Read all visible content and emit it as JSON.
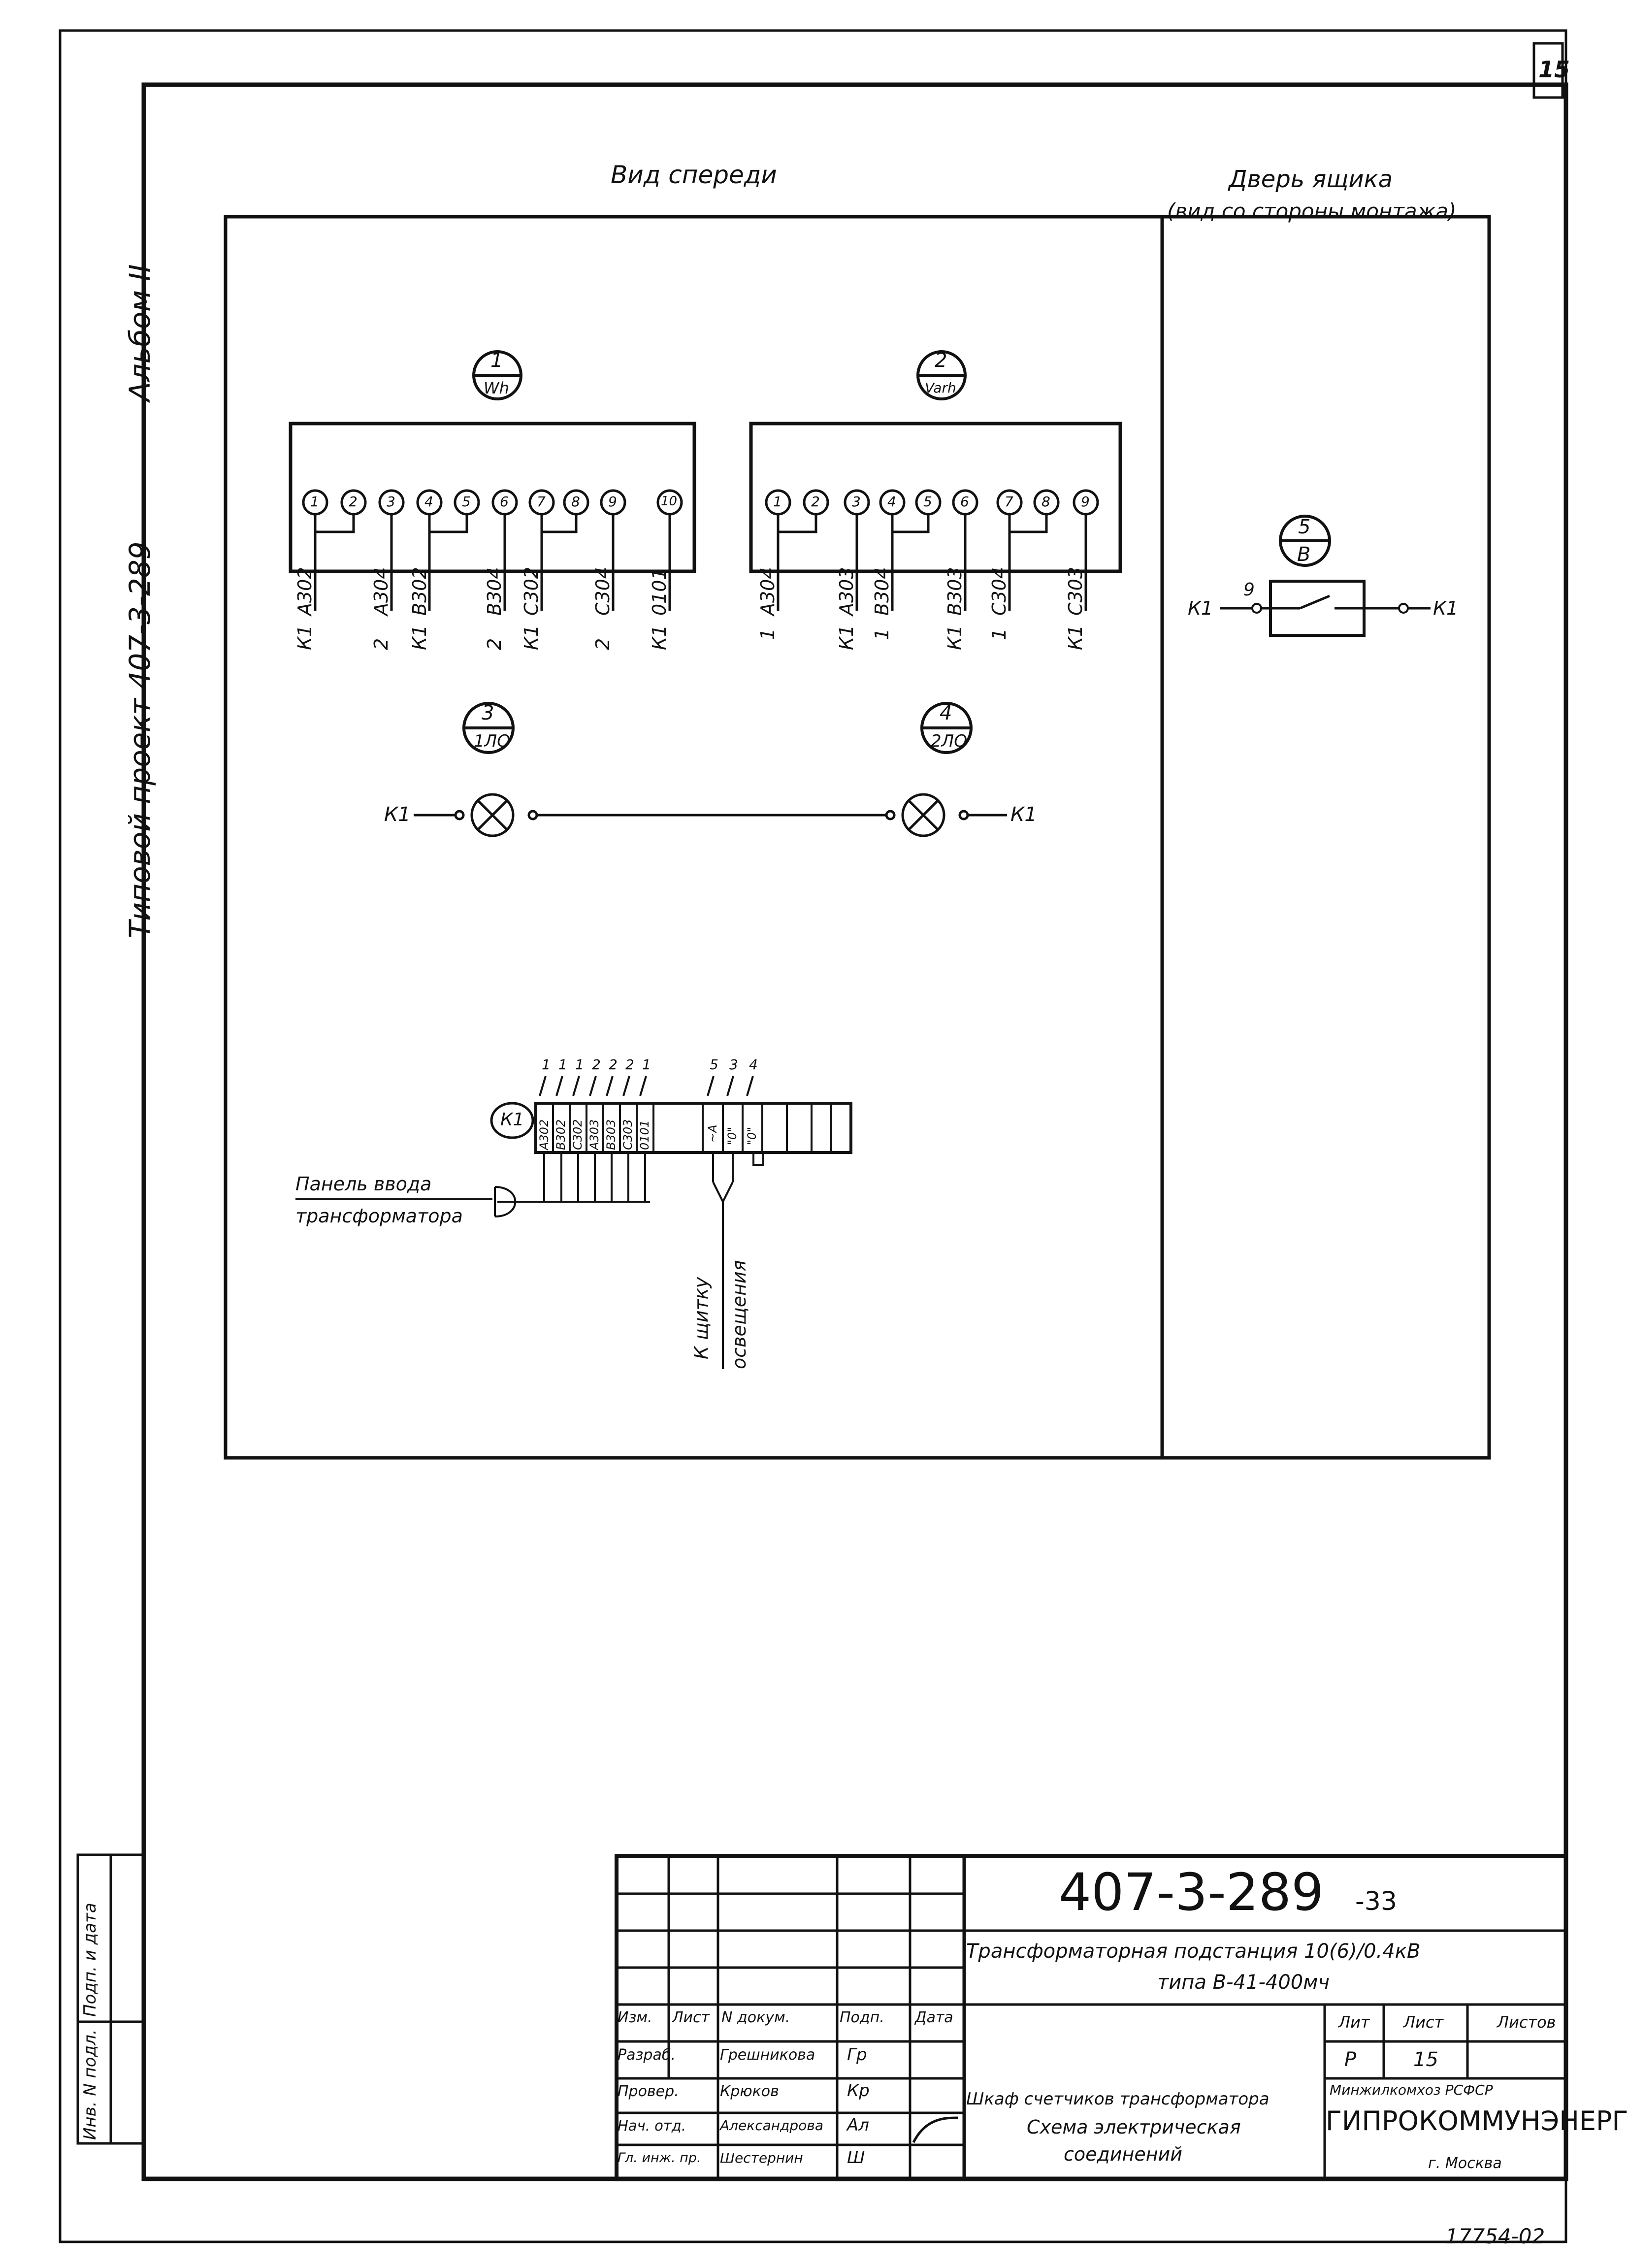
{
  "sheet_number": "15",
  "side_label": "Типовой проект 407-3-289",
  "album_label": "Альбом II",
  "front_view_title": "Вид спереди",
  "door_title": "Дверь ящика",
  "door_subtitle": "(вид со стороны монтажа)",
  "meter1": {
    "number": "1",
    "code": "Wh",
    "pins": [
      "1",
      "2",
      "3",
      "4",
      "5",
      "6",
      "7",
      "8",
      "9",
      "10"
    ],
    "wires": [
      {
        "top": "А302",
        "bottom": "К1"
      },
      {
        "top": "А304",
        "bottom": "2"
      },
      {
        "top": "В302",
        "bottom": "К1"
      },
      {
        "top": "В304",
        "bottom": "2"
      },
      {
        "top": "С302",
        "bottom": "К1"
      },
      {
        "top": "С304",
        "bottom": "2"
      },
      {
        "top": "0101",
        "bottom": "К1"
      }
    ]
  },
  "meter2": {
    "number": "2",
    "code": "Varh",
    "pins": [
      "1",
      "2",
      "3",
      "4",
      "5",
      "6",
      "7",
      "8",
      "9"
    ],
    "wires": [
      {
        "top": "А304",
        "bottom": "1"
      },
      {
        "top": "А303",
        "bottom": "К1"
      },
      {
        "top": "В304",
        "bottom": "1"
      },
      {
        "top": "В303",
        "bottom": "К1"
      },
      {
        "top": "С304",
        "bottom": "1"
      },
      {
        "top": "С303",
        "bottom": "К1"
      }
    ]
  },
  "lamp1": {
    "number": "3",
    "code": "1ЛО",
    "terminal": "К1"
  },
  "lamp2": {
    "number": "4",
    "code": "2ЛО",
    "terminal": "К1"
  },
  "switch": {
    "number": "5",
    "code": "В",
    "pin": "9",
    "left_terminal": "К1",
    "right_terminal": "К1"
  },
  "terminal_block": {
    "name": "К1",
    "top_numbers": [
      "1",
      "1",
      "1",
      "2",
      "2",
      "2",
      "1",
      "5",
      "3",
      "4"
    ],
    "cells": [
      "А302",
      "В302",
      "С302",
      "А303",
      "В303",
      "С303",
      "0101",
      "~А",
      "\"0\"",
      "\"0\""
    ],
    "input_label_1": "Панель ввода",
    "input_label_2": "трансформатора",
    "output_label_1": "К щитку",
    "output_label_2": "освещения"
  },
  "title_block": {
    "doc_code": "407-3-289",
    "doc_suffix": "-33",
    "project_title_1": "Трансформаторная   подстанция 10(6)/0.4кВ",
    "project_title_2": "типа  В-41-400мч",
    "col_headers": [
      "Изм.",
      "Лист",
      "N докум.",
      "Подп.",
      "Дата"
    ],
    "roles": [
      {
        "role": "Разраб.",
        "name": "Грешникова",
        "sign": "Гр"
      },
      {
        "role": "Провер.",
        "name": "Крюков",
        "sign": "Кр"
      },
      {
        "role": "Нач. отд.",
        "name": "Александрова",
        "sign": "Ал"
      },
      {
        "role": "Гл. инж. пр.",
        "name": "Шестернин",
        "sign": "Ш"
      }
    ],
    "lit_header": "Лит",
    "sheet_header": "Лист",
    "sheets_header": "Листов",
    "lit_value": "Р",
    "sheet_value": "15",
    "drawing_title_1": "Шкаф счетчиков трансформатора",
    "drawing_title_2": "Схема  электрическая",
    "drawing_title_3": "соединений",
    "org_1": "Минжилкомхоз  РСФСР",
    "org_2": "ГИПРОКОММУНЭНЕРГО",
    "org_3": "г. Москва"
  },
  "left_stamp": [
    "Инв. N подл.",
    "Подп. и дата"
  ],
  "footer_number": "17754-02"
}
